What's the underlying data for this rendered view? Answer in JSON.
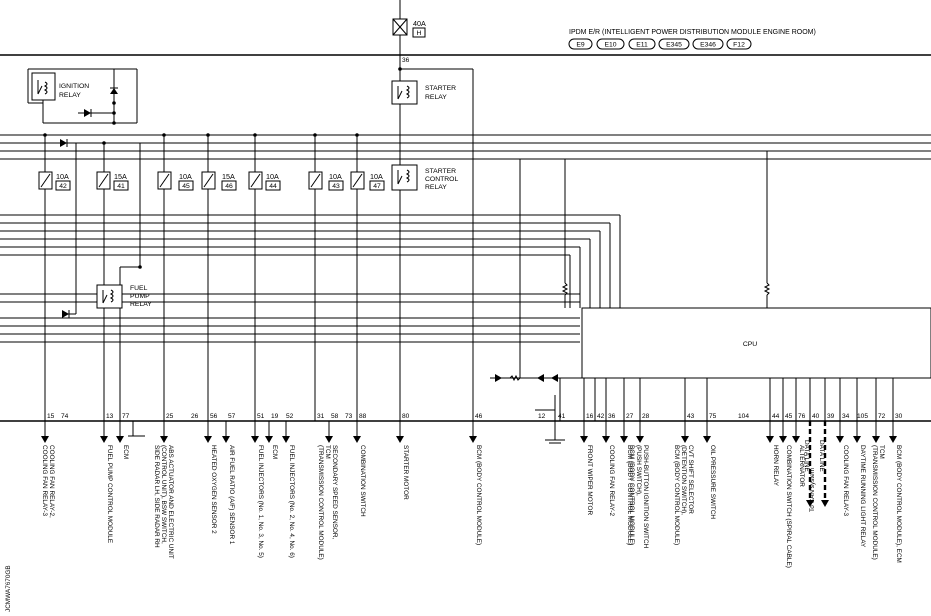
{
  "ipdm": {
    "title": "IPDM E/R (INTELLIGENT POWER DISTRIBUTION MODULE ENGINE ROOM)",
    "connectors": [
      "E9",
      "E10",
      "E11",
      "E345",
      "E346",
      "F12"
    ]
  },
  "main_fuse": {
    "amp": "40A",
    "code": "H"
  },
  "main_terminal": "36",
  "relays": [
    {
      "id": "ignition",
      "label": [
        "IGNITION",
        "RELAY"
      ]
    },
    {
      "id": "starter",
      "label": [
        "STARTER",
        "RELAY"
      ]
    },
    {
      "id": "starter-control",
      "label": [
        "STARTER",
        "CONTROL",
        "RELAY"
      ]
    },
    {
      "id": "fuel-pump",
      "label": [
        "FUEL",
        "PUMP",
        "RELAY"
      ]
    }
  ],
  "fuses": [
    {
      "amp": "10A",
      "num": "42"
    },
    {
      "amp": "15A",
      "num": "41"
    },
    {
      "amp": "10A",
      "num": "45"
    },
    {
      "amp": "15A",
      "num": "46"
    },
    {
      "amp": "10A",
      "num": "44"
    },
    {
      "amp": "10A",
      "num": "43"
    },
    {
      "amp": "10A",
      "num": "47"
    }
  ],
  "cpu_label": "CPU",
  "terminals": [
    "15",
    "74",
    "13",
    "77",
    "25",
    "26",
    "56",
    "57",
    "51",
    "19",
    "52",
    "31",
    "58",
    "73",
    "88",
    "80",
    "46",
    "12",
    "41",
    "16",
    "42",
    "36",
    "27",
    "28",
    "43",
    "75",
    "104",
    "44",
    "45",
    "76",
    "40",
    "39",
    "34",
    "105",
    "72",
    "30"
  ],
  "outputs": [
    [
      "COOLING FAN RELAY-2,",
      "COOLING FAN RELAY-3"
    ],
    [
      "FUEL PUMP CONTROL MODULE"
    ],
    [
      "ECM"
    ],
    [
      "ABS ACTUATOR AND ELECTRIC UNIT",
      "(CONTROL UNIT), BSW SWITCH,",
      "SIDE RADAR LH, SIDE RADAR RH"
    ],
    [
      "HEATED OXYGEN SENSOR 2"
    ],
    [
      "AIR FUEL RATIO (A/F) SENSOR 1"
    ],
    [
      "FUEL INJECTORS (No. 1, No. 3, No. 5)"
    ],
    [
      "ECM"
    ],
    [
      "FUEL INJECTORS (No. 2, No. 4, No. 6)"
    ],
    [
      "SECONDARY SPEED SENSOR,",
      "TCM",
      "(TRANSMISSION CONTROL MODULE)"
    ],
    [
      "COMBINATION SWITCH"
    ],
    [
      "STARTER MOTOR"
    ],
    [
      "BCM (BODY CONTROL MODULE)"
    ],
    [
      "FRONT WIPER MOTOR"
    ],
    [
      "COOLING FAN RELAY-2"
    ],
    [
      "BCM (BODY CONTROL MODULE)"
    ],
    [
      "PUSH-BUTTON IGNITION SWITCH",
      "(PUSH SWITCH),",
      "BCM (BODY CONTROL MODULE)"
    ],
    [
      "CVT SHIFT SELECTOR",
      "(DETENTION SWITCH),",
      "BCM (BODY CONTROL MODULE)"
    ],
    [
      "OIL PRESSURE SWITCH"
    ],
    [
      "HORN RELAY"
    ],
    [
      "COMBINATION SWITCH (SPIRAL CABLE)"
    ],
    [
      "ALTERNATOR"
    ],
    [
      "DATA LINE"
    ],
    [
      "DATA LINE"
    ],
    [
      "COOLING FAN RELAY-3"
    ],
    [
      "DAYTIME RUNNING LIGHT RELAY"
    ],
    [
      "TCM",
      "(TRANSMISSION CONTROL MODULE)"
    ],
    [
      "BCM (BODY CONTROL MODULE), ECM"
    ]
  ],
  "can_note": "To CAN system",
  "figure_code": "JCMWA7670GB"
}
